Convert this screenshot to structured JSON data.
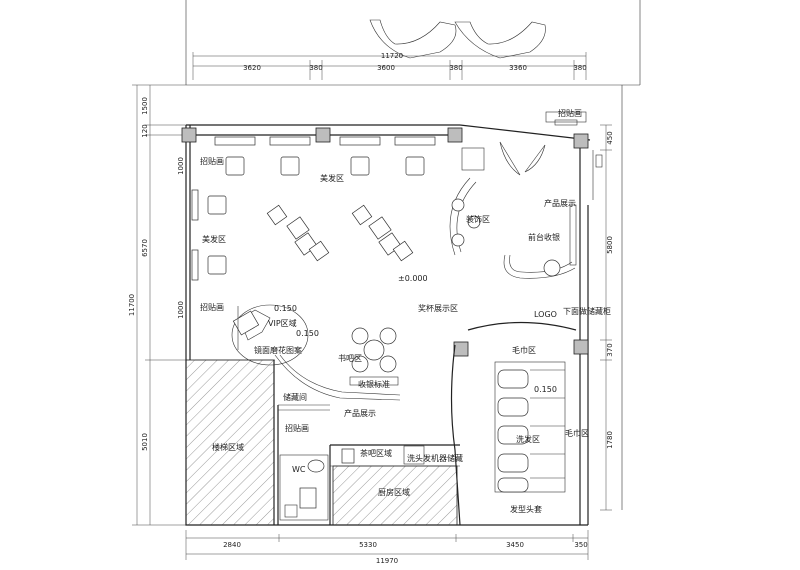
{
  "drawing": {
    "top_overall": "11720",
    "top_segments": [
      "3620",
      "380",
      "3600",
      "380",
      "3360",
      "380"
    ],
    "bottom_overall": "11970",
    "bottom_segments": [
      "2840",
      "5330",
      "3450",
      "350"
    ],
    "left_overall": "11700",
    "left_upper": "1500",
    "left_small": "120",
    "left_mid": "6570",
    "left_lower": "5010",
    "left_1000a": "1000",
    "left_1000b": "1000",
    "right_450": "450",
    "right_5800": "5800",
    "right_370": "370",
    "right_1780": "1780"
  },
  "labels": {
    "zhaotie_top": "招贴画",
    "zhaotie_mid": "招贴画",
    "zhaotie_low": "招贴画",
    "zhaotie_door": "招贴画",
    "meifa_top": "美发区",
    "meifa_left": "美发区",
    "zhuangshi": "装饰区",
    "chanpin_zhanshi": "产品展示",
    "qiantai": "前台收银",
    "level": "±0.000",
    "jiangbei": "奖杯展示区",
    "logo": "LOGO",
    "xiamian": "下面做储藏柜",
    "level1": "0.150",
    "vip": "VIP区域",
    "level2": "0.150",
    "jingmian": "镜面磨花图案",
    "shuba": "书吧区",
    "maojin1": "毛巾区",
    "level3": "0.150",
    "shouyin": "收银标准",
    "chucang": "储藏间",
    "chanpin2": "产品展示",
    "xifa": "洗发区",
    "maojin2": "毛巾区",
    "louti": "楼梯区域",
    "chaba": "茶吧区域",
    "xitou": "洗头发机器储藏",
    "wc": "WC",
    "chufang": "厨房区域",
    "fajing": "发型头套"
  }
}
